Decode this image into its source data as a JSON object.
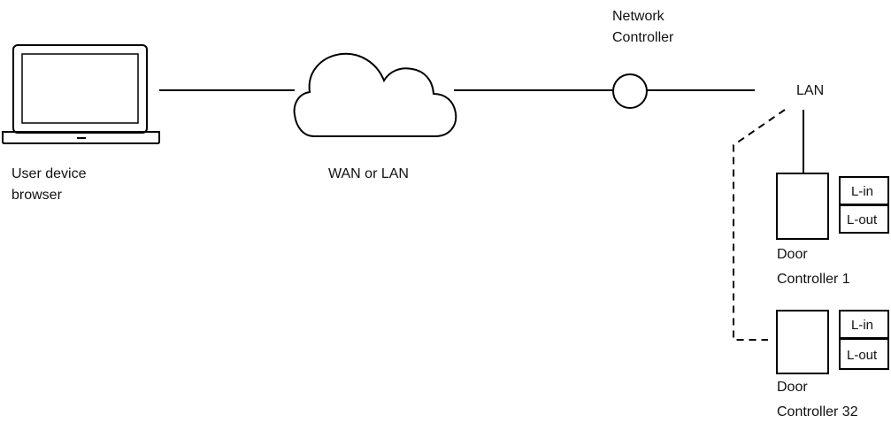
{
  "nodes": {
    "user_device": {
      "label_lines": [
        "User device",
        "browser"
      ],
      "icon": "laptop-icon"
    },
    "network": {
      "label": "WAN or LAN",
      "icon": "cloud-icon"
    },
    "network_controller": {
      "label_lines": [
        "Network",
        "Controller"
      ],
      "icon": "circle-node"
    },
    "lan": {
      "label": "LAN"
    },
    "door_controller_1": {
      "label_lines": [
        "Door",
        "Controller 1"
      ],
      "ports": [
        "L-in",
        "L-out"
      ]
    },
    "door_controller_32": {
      "label_lines": [
        "Door",
        "Controller 32"
      ],
      "ports": [
        "L-in",
        "L-out"
      ]
    }
  },
  "connections": [
    {
      "from": "user_device",
      "to": "network",
      "style": "solid"
    },
    {
      "from": "network",
      "to": "network_controller",
      "style": "solid"
    },
    {
      "from": "network_controller",
      "to": "lan",
      "style": "solid"
    },
    {
      "from": "lan",
      "to": "door_controller_1",
      "style": "solid"
    },
    {
      "from": "lan",
      "to": "door_controller_32",
      "style": "dashed"
    }
  ],
  "colors": {
    "stroke": "#000000",
    "text": "#111111",
    "background": "#ffffff"
  }
}
